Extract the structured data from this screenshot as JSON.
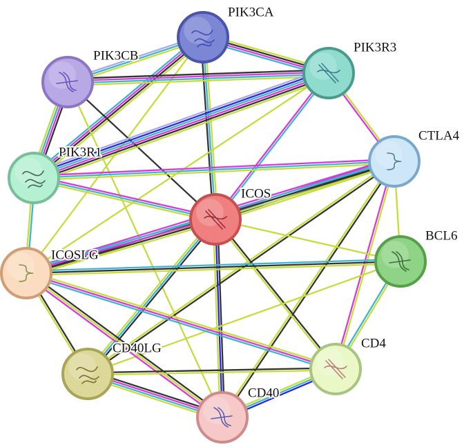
{
  "network": {
    "nodes": [
      {
        "id": "PIK3CA",
        "label": "PIK3CA",
        "fill": "#7b86d4",
        "border": "#4a55a8",
        "structure": "protein-structure-icon"
      },
      {
        "id": "PIK3R3",
        "label": "PIK3R3",
        "fill": "#8fdccf",
        "border": "#4a9a8f",
        "structure": "protein-structure-icon"
      },
      {
        "id": "PIK3CB",
        "label": "PIK3CB",
        "fill": "#b9a8e6",
        "border": "#8c76c4",
        "structure": "protein-structure-icon"
      },
      {
        "id": "CTLA4",
        "label": "CTLA4",
        "fill": "#cde6f8",
        "border": "#7aa8cc",
        "structure": "protein-structure-icon"
      },
      {
        "id": "PIK3R1",
        "label": "PIK3R1",
        "fill": "#b6f0d2",
        "border": "#76bf98",
        "structure": "protein-structure-icon"
      },
      {
        "id": "ICOS",
        "label": "ICOS",
        "fill": "#f08080",
        "border": "#c65050",
        "structure": "protein-structure-icon"
      },
      {
        "id": "BCL6",
        "label": "BCL6",
        "fill": "#8fd486",
        "border": "#55a048",
        "structure": "protein-structure-icon"
      },
      {
        "id": "ICOSLG",
        "label": "ICOSLG",
        "fill": "#fbdcc0",
        "border": "#cf9d76",
        "structure": "protein-structure-icon"
      },
      {
        "id": "CD40LG",
        "label": "CD40LG",
        "fill": "#dcd89a",
        "border": "#a9a456",
        "structure": "protein-structure-icon"
      },
      {
        "id": "CD4",
        "label": "CD4",
        "fill": "#eaf8c8",
        "border": "#a9c47e",
        "structure": "protein-structure-icon"
      },
      {
        "id": "CD40",
        "label": "CD40",
        "fill": "#f6c8c8",
        "border": "#cf8a8a",
        "structure": "protein-structure-icon"
      }
    ],
    "evidence_colors": {
      "textmining": "#c6dc3c",
      "coexpression": "#333333",
      "experiments": "#d838d8",
      "databases": "#3cb4d2",
      "neighborhood": "#2828d8",
      "homology": "#a8a8f0"
    },
    "edges": [
      {
        "a": "PIK3CA",
        "b": "PIK3R3",
        "types": [
          "textmining",
          "coexpression",
          "experiments",
          "databases"
        ]
      },
      {
        "a": "PIK3CA",
        "b": "PIK3CB",
        "types": [
          "textmining",
          "databases",
          "homology"
        ]
      },
      {
        "a": "PIK3CA",
        "b": "PIK3R1",
        "types": [
          "textmining",
          "coexpression",
          "experiments",
          "databases"
        ]
      },
      {
        "a": "PIK3CA",
        "b": "ICOS",
        "types": [
          "textmining",
          "databases",
          "coexpression"
        ]
      },
      {
        "a": "PIK3CA",
        "b": "ICOSLG",
        "types": [
          "textmining"
        ]
      },
      {
        "a": "PIK3CB",
        "b": "PIK3R3",
        "types": [
          "coexpression",
          "experiments",
          "databases",
          "textmining"
        ]
      },
      {
        "a": "PIK3CB",
        "b": "PIK3R1",
        "types": [
          "coexpression",
          "experiments",
          "databases",
          "textmining"
        ]
      },
      {
        "a": "PIK3CB",
        "b": "ICOS",
        "types": [
          "coexpression"
        ]
      },
      {
        "a": "PIK3CB",
        "b": "CD40",
        "types": [
          "textmining"
        ]
      },
      {
        "a": "PIK3R3",
        "b": "PIK3R1",
        "types": [
          "textmining",
          "coexpression",
          "experiments",
          "databases",
          "neighborhood",
          "homology"
        ]
      },
      {
        "a": "PIK3R3",
        "b": "CTLA4",
        "types": [
          "textmining",
          "experiments"
        ]
      },
      {
        "a": "PIK3R3",
        "b": "ICOS",
        "types": [
          "databases",
          "experiments"
        ]
      },
      {
        "a": "PIK3R3",
        "b": "ICOSLG",
        "types": [
          "textmining"
        ]
      },
      {
        "a": "PIK3R1",
        "b": "ICOS",
        "types": [
          "experiments",
          "databases",
          "textmining"
        ]
      },
      {
        "a": "PIK3R1",
        "b": "CTLA4",
        "types": [
          "experiments",
          "databases",
          "textmining"
        ]
      },
      {
        "a": "PIK3R1",
        "b": "ICOSLG",
        "types": [
          "databases",
          "textmining"
        ]
      },
      {
        "a": "CTLA4",
        "b": "ICOS",
        "types": [
          "textmining",
          "coexpression",
          "databases",
          "experiments"
        ]
      },
      {
        "a": "CTLA4",
        "b": "BCL6",
        "types": [
          "textmining"
        ]
      },
      {
        "a": "CTLA4",
        "b": "ICOSLG",
        "types": [
          "textmining",
          "coexpression",
          "databases",
          "experiments"
        ]
      },
      {
        "a": "CTLA4",
        "b": "CD4",
        "types": [
          "textmining",
          "experiments"
        ]
      },
      {
        "a": "CTLA4",
        "b": "CD40",
        "types": [
          "coexpression",
          "textmining"
        ]
      },
      {
        "a": "CTLA4",
        "b": "CD40LG",
        "types": [
          "coexpression",
          "textmining"
        ]
      },
      {
        "a": "ICOS",
        "b": "ICOSLG",
        "types": [
          "textmining",
          "coexpression",
          "experiments",
          "databases"
        ]
      },
      {
        "a": "ICOS",
        "b": "BCL6",
        "types": [
          "textmining"
        ]
      },
      {
        "a": "ICOS",
        "b": "CD4",
        "types": [
          "coexpression",
          "textmining"
        ]
      },
      {
        "a": "ICOS",
        "b": "CD40",
        "types": [
          "coexpression",
          "neighborhood",
          "textmining"
        ]
      },
      {
        "a": "ICOS",
        "b": "CD40LG",
        "types": [
          "coexpression",
          "databases",
          "textmining"
        ]
      },
      {
        "a": "BCL6",
        "b": "ICOSLG",
        "types": [
          "textmining",
          "coexpression",
          "databases"
        ]
      },
      {
        "a": "BCL6",
        "b": "CD4",
        "types": [
          "textmining",
          "databases"
        ]
      },
      {
        "a": "BCL6",
        "b": "CD40LG",
        "types": [
          "textmining"
        ]
      },
      {
        "a": "ICOSLG",
        "b": "CD40LG",
        "types": [
          "coexpression",
          "textmining"
        ]
      },
      {
        "a": "ICOSLG",
        "b": "CD4",
        "types": [
          "textmining",
          "experiments",
          "databases"
        ]
      },
      {
        "a": "ICOSLG",
        "b": "CD40",
        "types": [
          "coexpression",
          "textmining",
          "experiments"
        ]
      },
      {
        "a": "CD40LG",
        "b": "CD40",
        "types": [
          "coexpression",
          "experiments",
          "databases",
          "textmining"
        ]
      },
      {
        "a": "CD40LG",
        "b": "CD4",
        "types": [
          "coexpression",
          "textmining"
        ]
      },
      {
        "a": "CD4",
        "b": "CD40",
        "types": [
          "neighborhood",
          "databases",
          "textmining"
        ]
      }
    ]
  }
}
